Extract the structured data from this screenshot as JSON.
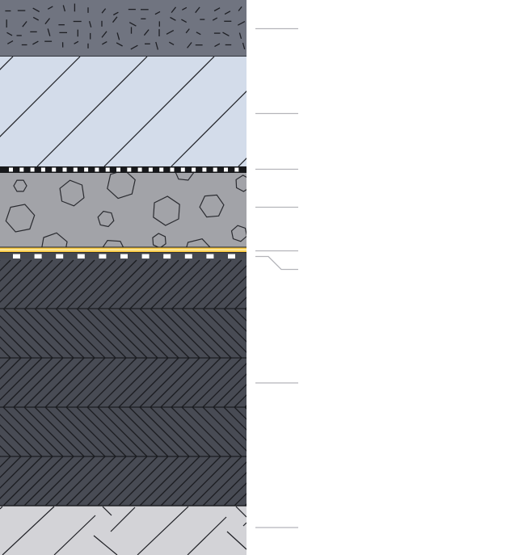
{
  "diagram": {
    "kind": "layered-cross-section",
    "layers": [
      {
        "id": "top-mix",
        "pattern": "dash-speckle",
        "fill": "#707480",
        "stroke": "#1e1f24"
      },
      {
        "id": "light-hatch",
        "pattern": "diagonal-wide",
        "fill": "#d3dcea",
        "stroke": "#1e1f24"
      },
      {
        "id": "membrane-upper",
        "pattern": "dashed-strip",
        "fill": "#17181b",
        "accent": "#ffffff"
      },
      {
        "id": "aggregate",
        "pattern": "hexagons",
        "fill": "#a2a3a8",
        "stroke": "#2a2b30"
      },
      {
        "id": "yellow-film",
        "pattern": "stripes",
        "fill": "#f7c948",
        "accent": "#fff3b8"
      },
      {
        "id": "membrane-lower",
        "pattern": "dashed-strip",
        "fill": "#45484f",
        "accent": "#ffffff"
      },
      {
        "id": "dark-herringbone",
        "pattern": "herringbone",
        "fill": "#484b54",
        "stroke": "#1b1c20",
        "bands": 5
      },
      {
        "id": "base",
        "pattern": "broken-diagonal",
        "fill": "#d3d3d7",
        "stroke": "#1e1f24"
      }
    ],
    "leaders": [
      {
        "layer": "top-mix",
        "shape": "straight"
      },
      {
        "layer": "light-hatch",
        "shape": "straight"
      },
      {
        "layer": "membrane-upper",
        "shape": "straight"
      },
      {
        "layer": "aggregate",
        "shape": "straight"
      },
      {
        "layer": "yellow-film",
        "shape": "straight"
      },
      {
        "layer": "membrane-lower",
        "shape": "dogleg"
      },
      {
        "layer": "dark-herringbone",
        "shape": "straight"
      },
      {
        "layer": "base",
        "shape": "straight"
      }
    ],
    "leader_color": "#b4b5ba"
  }
}
